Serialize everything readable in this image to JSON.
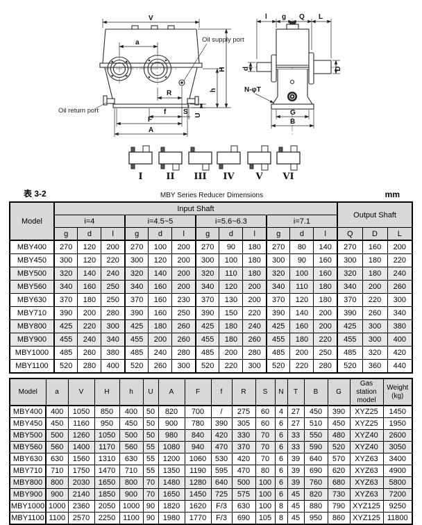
{
  "caption": {
    "table_no": "表 3-2",
    "title": "MBY Series Reducer Dimensions",
    "unit": "mm"
  },
  "diagram": {
    "front": {
      "v": "V",
      "a": "a",
      "H": "H",
      "h": "h",
      "R": "R",
      "f": "f",
      "S": "S",
      "U": "U",
      "F": "F",
      "A": "A",
      "oil_supply": "Oil supply port",
      "oil_return": "Oil return port"
    },
    "side": {
      "l": "l",
      "g": "g",
      "Q": "Q",
      "L": "L",
      "d": "d",
      "D": "D",
      "nt": "N-φT",
      "G": "G",
      "B": "B"
    },
    "positions": [
      {
        "label": "I",
        "stubs": [
          "top-left-small",
          "top-right-large",
          "bottom-left-small"
        ]
      },
      {
        "label": "II",
        "stubs": [
          "top-left-small",
          "bottom-left-small",
          "bottom-right-large"
        ]
      },
      {
        "label": "III",
        "stubs": [
          "top-left-small",
          "bottom-right-large"
        ]
      },
      {
        "label": "IV",
        "stubs": [
          "top-right-large",
          "bottom-left-small"
        ]
      },
      {
        "label": "V",
        "stubs": [
          "top-right-large",
          "bottom-left-small",
          "bottom-right-large"
        ]
      },
      {
        "label": "VI",
        "stubs": [
          "top-left-small",
          "top-right-large",
          "bottom-right-large"
        ]
      }
    ]
  },
  "table1": {
    "header": {
      "model": "Model",
      "input_shaft": "Input Shaft",
      "output_shaft": "Output Shaft",
      "ratio_groups": [
        "i=4",
        "i=4.5~5",
        "i=5.6~6.3",
        "i=7.1"
      ],
      "sub_cols": [
        "g",
        "d",
        "l"
      ],
      "output_cols": [
        "Q",
        "D",
        "L"
      ]
    },
    "rows": [
      {
        "model": "MBY400",
        "values": [
          "270",
          "120",
          "200",
          "270",
          "100",
          "200",
          "270",
          "90",
          "180",
          "270",
          "80",
          "140",
          "270",
          "160",
          "200"
        ]
      },
      {
        "model": "MBY450",
        "values": [
          "300",
          "120",
          "220",
          "300",
          "120",
          "200",
          "300",
          "100",
          "180",
          "300",
          "90",
          "160",
          "300",
          "180",
          "220"
        ]
      },
      {
        "model": "MBY500",
        "values": [
          "320",
          "140",
          "240",
          "320",
          "140",
          "200",
          "320",
          "110",
          "180",
          "320",
          "100",
          "160",
          "320",
          "180",
          "240"
        ]
      },
      {
        "model": "MBY560",
        "values": [
          "340",
          "160",
          "250",
          "340",
          "160",
          "200",
          "340",
          "120",
          "200",
          "340",
          "110",
          "180",
          "340",
          "200",
          "260"
        ]
      },
      {
        "model": "MBY630",
        "values": [
          "370",
          "180",
          "250",
          "370",
          "160",
          "230",
          "370",
          "130",
          "200",
          "370",
          "120",
          "180",
          "370",
          "220",
          "300"
        ]
      },
      {
        "model": "MBY710",
        "values": [
          "390",
          "200",
          "280",
          "390",
          "160",
          "250",
          "390",
          "150",
          "220",
          "390",
          "140",
          "200",
          "390",
          "260",
          "340"
        ]
      },
      {
        "model": "MBY800",
        "values": [
          "425",
          "220",
          "300",
          "425",
          "180",
          "260",
          "425",
          "180",
          "240",
          "425",
          "160",
          "200",
          "425",
          "300",
          "380"
        ]
      },
      {
        "model": "MBY900",
        "values": [
          "455",
          "240",
          "340",
          "455",
          "200",
          "260",
          "455",
          "180",
          "260",
          "455",
          "180",
          "220",
          "455",
          "300",
          "400"
        ]
      },
      {
        "model": "MBY1000",
        "values": [
          "485",
          "260",
          "380",
          "485",
          "240",
          "280",
          "485",
          "200",
          "280",
          "485",
          "200",
          "250",
          "485",
          "320",
          "420"
        ]
      },
      {
        "model": "MBY1100",
        "values": [
          "520",
          "280",
          "400",
          "520",
          "260",
          "300",
          "520",
          "220",
          "300",
          "520",
          "220",
          "280",
          "520",
          "360",
          "440"
        ]
      }
    ]
  },
  "table2": {
    "header": [
      "Model",
      "a",
      "V",
      "H",
      "h",
      "U",
      "A",
      "F",
      "f",
      "R",
      "S",
      "N",
      "T",
      "B",
      "G",
      "Gas station model",
      "Weight (kg)"
    ],
    "rows": [
      {
        "model": "MBY400",
        "values": [
          "400",
          "1050",
          "850",
          "400",
          "50",
          "820",
          "700",
          "/",
          "275",
          "60",
          "4",
          "27",
          "450",
          "390",
          "XYZ25",
          "1450"
        ]
      },
      {
        "model": "MBY450",
        "values": [
          "450",
          "1160",
          "950",
          "450",
          "50",
          "900",
          "780",
          "390",
          "305",
          "60",
          "6",
          "27",
          "510",
          "450",
          "XYZ25",
          "1950"
        ]
      },
      {
        "model": "MBY500",
        "values": [
          "500",
          "1260",
          "1050",
          "500",
          "50",
          "980",
          "840",
          "420",
          "330",
          "70",
          "6",
          "33",
          "550",
          "480",
          "XYZ40",
          "2600"
        ]
      },
      {
        "model": "MBY560",
        "values": [
          "560",
          "1400",
          "1170",
          "560",
          "55",
          "1080",
          "940",
          "470",
          "370",
          "70",
          "6",
          "33",
          "590",
          "520",
          "XYZ40",
          "3050"
        ]
      },
      {
        "model": "MBY630",
        "values": [
          "630",
          "1560",
          "1310",
          "630",
          "55",
          "1200",
          "1060",
          "530",
          "420",
          "70",
          "6",
          "39",
          "640",
          "570",
          "XYZ63",
          "3400"
        ]
      },
      {
        "model": "MBY710",
        "values": [
          "710",
          "1750",
          "1470",
          "710",
          "55",
          "1350",
          "1190",
          "595",
          "470",
          "80",
          "6",
          "39",
          "690",
          "620",
          "XYZ63",
          "4900"
        ]
      },
      {
        "model": "MBY800",
        "values": [
          "800",
          "2030",
          "1650",
          "800",
          "70",
          "1480",
          "1280",
          "640",
          "500",
          "100",
          "6",
          "39",
          "760",
          "680",
          "XYZ63",
          "5800"
        ]
      },
      {
        "model": "MBY900",
        "values": [
          "900",
          "2140",
          "1850",
          "900",
          "70",
          "1650",
          "1450",
          "725",
          "575",
          "100",
          "6",
          "45",
          "820",
          "730",
          "XYZ63",
          "7200"
        ]
      },
      {
        "model": "MBY1000",
        "values": [
          "1000",
          "2360",
          "2050",
          "1000",
          "90",
          "1820",
          "1620",
          "F/3",
          "630",
          "100",
          "8",
          "45",
          "880",
          "790",
          "XYZ125",
          "9250"
        ]
      },
      {
        "model": "MBY1100",
        "values": [
          "1100",
          "2570",
          "2250",
          "1100",
          "90",
          "1980",
          "1770",
          "F/3",
          "690",
          "105",
          "8",
          "45",
          "950",
          "860",
          "XYZ125",
          "11800"
        ]
      }
    ]
  }
}
